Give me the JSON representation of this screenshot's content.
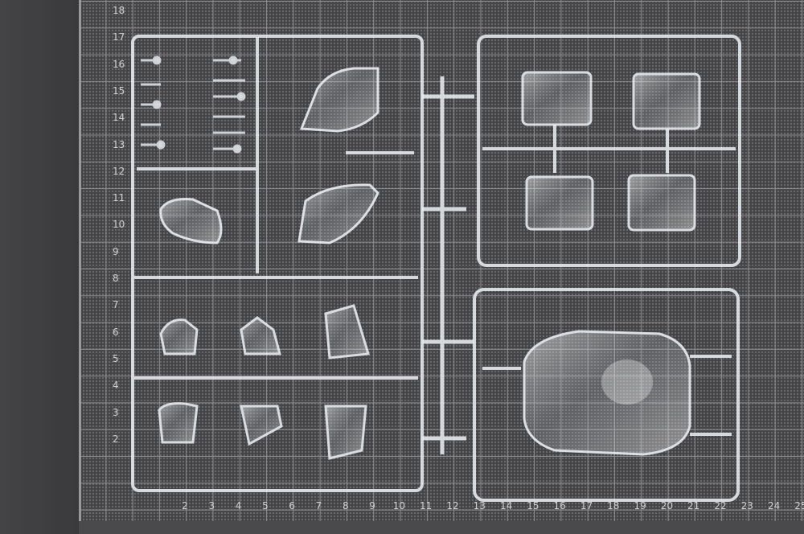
{
  "ruler": {
    "x_ticks": [
      "2",
      "3",
      "4",
      "5",
      "6",
      "7",
      "8",
      "9",
      "10",
      "11",
      "12",
      "13",
      "14",
      "15",
      "16",
      "17",
      "18",
      "19",
      "20",
      "21",
      "22",
      "23",
      "24",
      "25"
    ],
    "y_ticks": [
      "18",
      "17",
      "16",
      "15",
      "14",
      "13",
      "12",
      "11",
      "10",
      "9",
      "8",
      "7",
      "6",
      "5",
      "4",
      "3",
      "2"
    ]
  },
  "colors": {
    "mat": "#454547",
    "grid_lines": "#8e8e92",
    "background": "#3b3b3d",
    "clear_plastic": "#e8ecf0"
  }
}
